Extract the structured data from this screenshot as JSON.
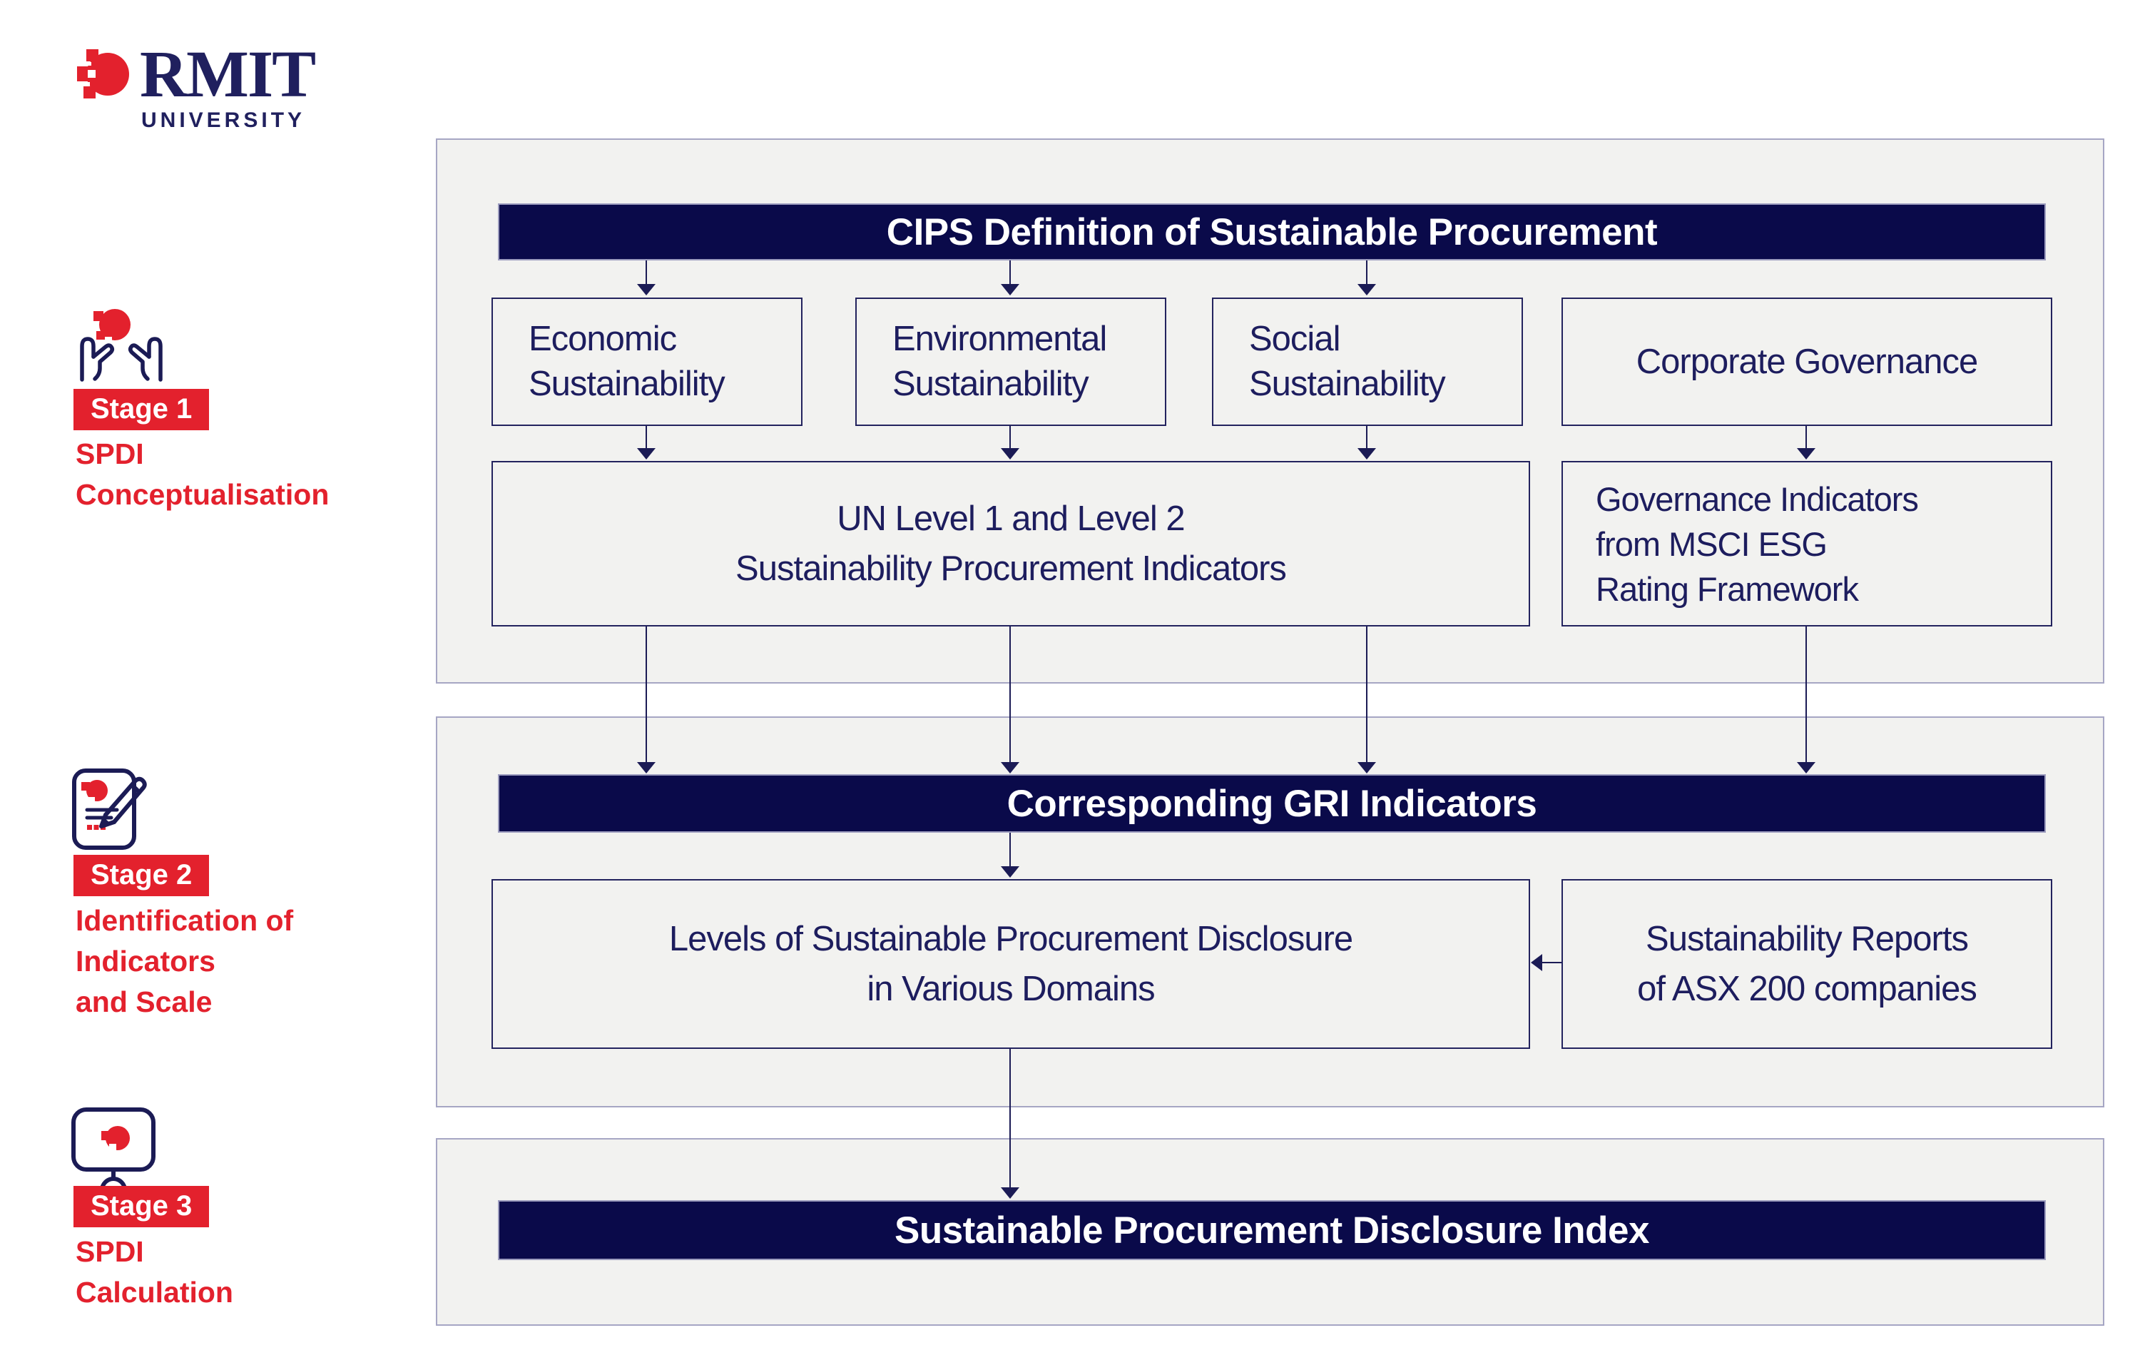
{
  "logo": {
    "wordmark": "RMIT",
    "subtext": "UNIVERSITY"
  },
  "colors": {
    "rmit_red": "#E3212D",
    "navy_bar": "#0A0A4A",
    "navy_text": "#1D1D5E",
    "panel_fill": "#F2F2F0",
    "panel_border": "#A6A6C4",
    "white": "#FFFFFF"
  },
  "stages": [
    {
      "badge": "Stage 1",
      "icon": "hands-holding-pixel-circle-icon",
      "lines": [
        "SPDI",
        "Conceptualisation"
      ]
    },
    {
      "badge": "Stage 2",
      "icon": "document-pencil-icon",
      "lines": [
        "Identification of",
        "Indicators",
        "and Scale"
      ]
    },
    {
      "badge": "Stage 3",
      "icon": "monitor-pixel-circle-icon",
      "lines": [
        "SPDI",
        "Calculation"
      ]
    }
  ],
  "flow": {
    "cips_header": "CIPS Definition of Sustainable Procurement",
    "pillars": [
      {
        "lines": [
          "Economic",
          "Sustainability"
        ]
      },
      {
        "lines": [
          "Environmental",
          "Sustainability"
        ]
      },
      {
        "lines": [
          "Social",
          "Sustainability"
        ]
      },
      {
        "lines": [
          "Corporate Governance"
        ]
      }
    ],
    "un_box": {
      "lines": [
        "UN Level 1 and Level 2",
        "Sustainability Procurement Indicators"
      ]
    },
    "gov_box": {
      "lines": [
        "Governance Indicators",
        "from MSCI ESG",
        "Rating Framework"
      ]
    },
    "gri_header": "Corresponding GRI Indicators",
    "levels_box": {
      "lines": [
        "Levels of Sustainable Procurement Disclosure",
        "in Various Domains"
      ]
    },
    "reports_box": {
      "lines": [
        "Sustainability Reports",
        "of ASX 200 companies"
      ]
    },
    "spdi_header": "Sustainable Procurement Disclosure Index"
  }
}
